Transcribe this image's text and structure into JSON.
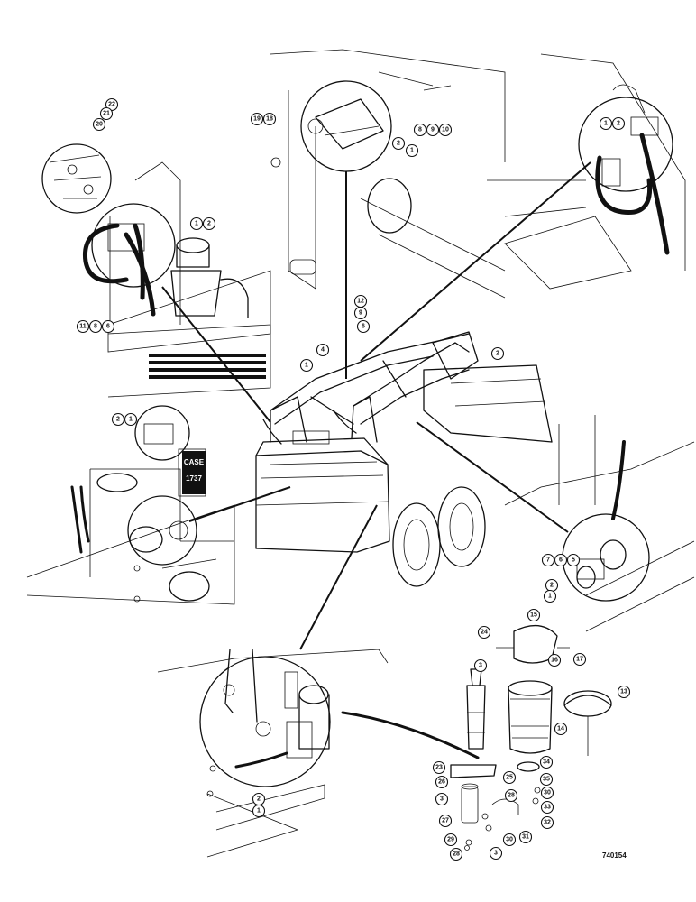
{
  "drawing_number": "740154",
  "decal_text": [
    "CASE",
    "1737"
  ],
  "callouts": [
    {
      "id": "c-22",
      "label": "22"
    },
    {
      "id": "c-21",
      "label": "21"
    },
    {
      "id": "c-20",
      "label": "20"
    },
    {
      "id": "c-19-18",
      "label": "19 18"
    },
    {
      "id": "c-8-9-10",
      "label": "8 9 10"
    },
    {
      "id": "c-top-2",
      "label": "2"
    },
    {
      "id": "c-top-1",
      "label": "1"
    },
    {
      "id": "c-tr-1-2",
      "label": "1 2"
    },
    {
      "id": "c-tl-1-2",
      "label": "1 2"
    },
    {
      "id": "c-11-8-6",
      "label": "11 8 6"
    },
    {
      "id": "c-12",
      "label": "12"
    },
    {
      "id": "c-mid-9",
      "label": "9"
    },
    {
      "id": "c-mid-6",
      "label": "6"
    },
    {
      "id": "c-mid-4",
      "label": "4"
    },
    {
      "id": "c-mid-1",
      "label": "1"
    },
    {
      "id": "c-bucket-2",
      "label": "2"
    },
    {
      "id": "c-ml-2-1",
      "label": "2 1"
    },
    {
      "id": "c-7-6-5",
      "label": "7 6 5"
    },
    {
      "id": "c-mr-2",
      "label": "2"
    },
    {
      "id": "c-mr-1",
      "label": "1"
    },
    {
      "id": "c-bl-2",
      "label": "2"
    },
    {
      "id": "c-bl-1",
      "label": "1"
    },
    {
      "id": "c-24",
      "label": "24"
    },
    {
      "id": "c-15",
      "label": "15"
    },
    {
      "id": "c-17",
      "label": "17"
    },
    {
      "id": "c-16",
      "label": "16"
    },
    {
      "id": "c-3a",
      "label": "3"
    },
    {
      "id": "c-13",
      "label": "13"
    },
    {
      "id": "c-14",
      "label": "14"
    },
    {
      "id": "c-34",
      "label": "34"
    },
    {
      "id": "c-23",
      "label": "23"
    },
    {
      "id": "c-25",
      "label": "25"
    },
    {
      "id": "c-35",
      "label": "35"
    },
    {
      "id": "c-26",
      "label": "26"
    },
    {
      "id": "c-30a",
      "label": "30"
    },
    {
      "id": "c-28",
      "label": "28"
    },
    {
      "id": "c-3b",
      "label": "3"
    },
    {
      "id": "c-33",
      "label": "33"
    },
    {
      "id": "c-32",
      "label": "32"
    },
    {
      "id": "c-27",
      "label": "27"
    },
    {
      "id": "c-31",
      "label": "31"
    },
    {
      "id": "c-30b",
      "label": "30"
    },
    {
      "id": "c-29",
      "label": "29"
    },
    {
      "id": "c-28b",
      "label": "28"
    },
    {
      "id": "c-3c",
      "label": "3"
    }
  ]
}
